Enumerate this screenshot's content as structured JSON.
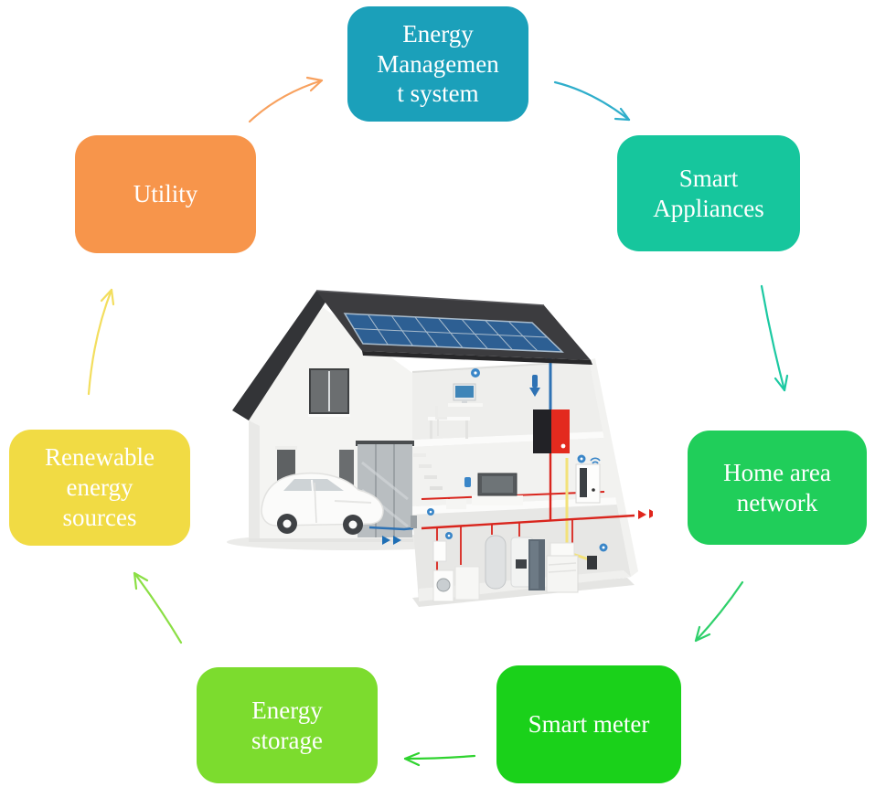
{
  "diagram": {
    "nodes": [
      {
        "id": "energy-management-system",
        "label": "Energy\nManagemen\nt system",
        "color": "#1BA0BA"
      },
      {
        "id": "smart-appliances",
        "label": "Smart\nAppliances",
        "color": "#16C69D"
      },
      {
        "id": "home-area-network",
        "label": "Home area\nnetwork",
        "color": "#20CE5A"
      },
      {
        "id": "smart-meter",
        "label": "Smart meter",
        "color": "#1AD11A"
      },
      {
        "id": "energy-storage",
        "label": "Energy\nstorage",
        "color": "#7CDC2E"
      },
      {
        "id": "renewable-energy-sources",
        "label": "Renewable\nenergy\nsources",
        "color": "#F1DB44"
      },
      {
        "id": "utility",
        "label": "Utility",
        "color": "#F7954B"
      }
    ],
    "arrows": [
      {
        "from": "utility",
        "to": "energy-management-system",
        "color": "#F8A15E"
      },
      {
        "from": "energy-management-system",
        "to": "smart-appliances",
        "color": "#2FAECB"
      },
      {
        "from": "smart-appliances",
        "to": "home-area-network",
        "color": "#1CC9A2"
      },
      {
        "from": "home-area-network",
        "to": "smart-meter",
        "color": "#2ED06A"
      },
      {
        "from": "smart-meter",
        "to": "energy-storage",
        "color": "#2FD32F"
      },
      {
        "from": "energy-storage",
        "to": "renewable-energy-sources",
        "color": "#8BDF45"
      },
      {
        "from": "renewable-energy-sources",
        "to": "utility",
        "color": "#F3DE5E"
      }
    ],
    "center_illustration": {
      "name": "smart-home-cutaway",
      "alt": "3D cutaway house with rooftop solar panels, electric car charging, inverter, smart meter and connected appliances"
    }
  }
}
